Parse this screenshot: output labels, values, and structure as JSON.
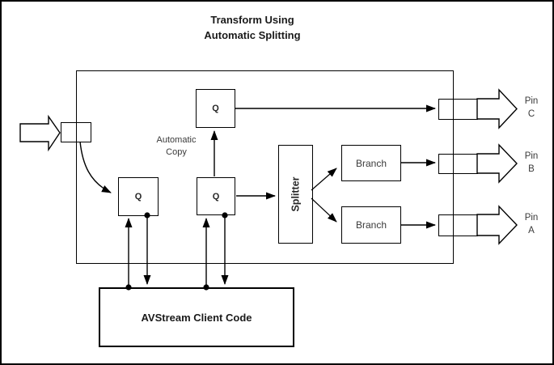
{
  "diagram": {
    "title": {
      "line1": "Transform Using",
      "line2": "Automatic Splitting"
    }
  },
  "filter": {
    "queues": [
      {
        "position": "top",
        "label": "Q"
      },
      {
        "position": "left",
        "label": "Q"
      },
      {
        "position": "center",
        "label": "Q"
      }
    ],
    "splitter": {
      "label": "Splitter"
    },
    "branches": [
      {
        "label": "Branch"
      },
      {
        "label": "Branch"
      }
    ],
    "annotation": {
      "line1": "Automatic",
      "line2": "Copy"
    }
  },
  "pins": [
    {
      "word": "Pin",
      "letter": "C"
    },
    {
      "word": "Pin",
      "letter": "B"
    },
    {
      "word": "Pin",
      "letter": "A"
    }
  ],
  "client": {
    "label": "AVStream Client Code"
  },
  "icons": {
    "input": "input-stream-block-arrow",
    "outputs": [
      "pin-c-output-arrow",
      "pin-b-output-arrow",
      "pin-a-output-arrow"
    ],
    "connector_dot": "connection-dot",
    "arrowhead": "flow-arrowhead"
  },
  "colors": {
    "stroke": "#000000",
    "text_bold": "#1a1a1a",
    "text_label": "#3a3a3a",
    "background": "#ffffff"
  }
}
